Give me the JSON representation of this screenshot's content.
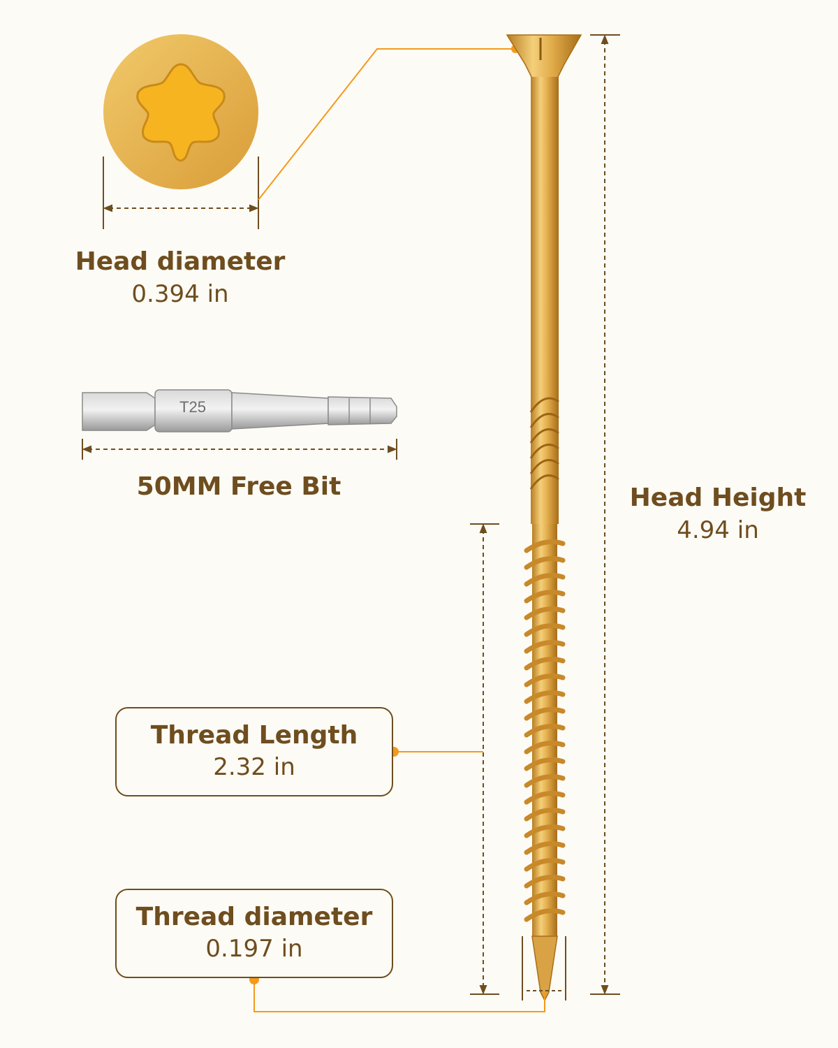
{
  "head_diameter": {
    "title": "Head diameter",
    "value": "0.394 in"
  },
  "free_bit": {
    "label": "50MM Free Bit",
    "engraving": "T25"
  },
  "head_height": {
    "title": "Head Height",
    "value": "4.94 in"
  },
  "thread_length": {
    "title": "Thread Length",
    "value": "2.32 in"
  },
  "thread_diameter": {
    "title": "Thread diameter",
    "value": "0.197 in"
  },
  "colors": {
    "background": "#fdfbf5",
    "label_text": "#6e4d1f",
    "accent_orange": "#f39a1c",
    "screw_gold": "#e0aa4e",
    "dimension_line": "#6e4d1f"
  }
}
